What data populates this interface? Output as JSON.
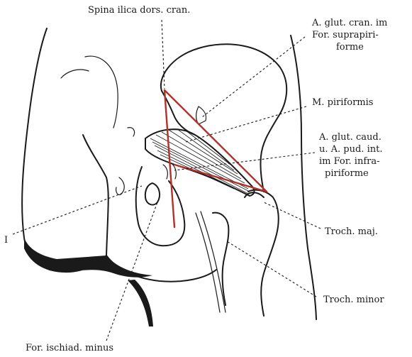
{
  "labels": {
    "spina": "Spina ilica dors. cran.",
    "glut_cran_1": "A. glut. cran. im",
    "glut_cran_2": "For. suprapiri-",
    "glut_cran_3": "forme",
    "piriformis": "M. piriformis",
    "glut_caud_1": "A. glut. caud.",
    "glut_caud_2": "u. A. pud. int.",
    "glut_caud_3": "im For. infra-",
    "glut_caud_4": "piriforme",
    "troch_maj": "Troch. maj.",
    "troch_minor": "Troch. minor",
    "ischiad": "For. ischiad. minus",
    "roman_one": "I"
  },
  "colors": {
    "line": "#1a1a1a",
    "triangle": "#b0322a",
    "background": "#ffffff"
  }
}
